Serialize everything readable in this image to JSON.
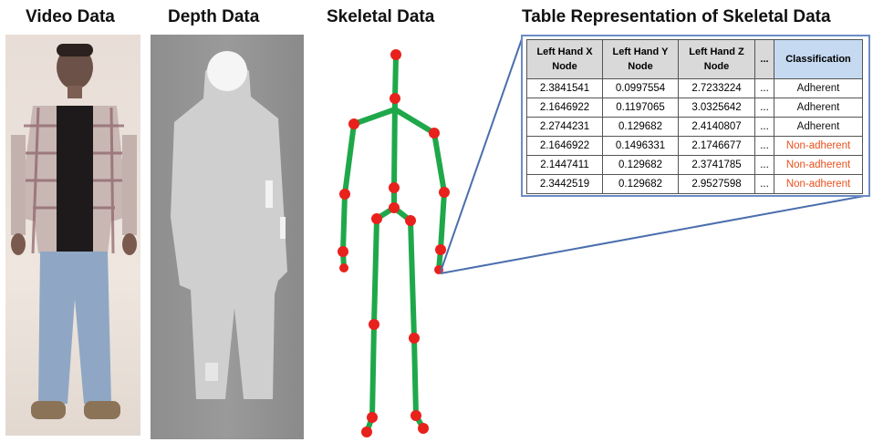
{
  "headings": {
    "video": "Video Data",
    "depth": "Depth  Data",
    "skeletal": "Skeletal  Data",
    "table": "Table Representation of Skeletal Data"
  },
  "table": {
    "headers": [
      "Left Hand X Node",
      "Left Hand Y Node",
      "Left Hand Z Node",
      "...",
      "Classification"
    ],
    "rows": [
      {
        "x": "2.3841541",
        "y": "0.0997554",
        "z": "2.7233224",
        "more": "...",
        "cls": "Adherent",
        "adherent": true
      },
      {
        "x": "2.1646922",
        "y": "0.1197065",
        "z": "3.0325642",
        "more": "...",
        "cls": "Adherent",
        "adherent": true
      },
      {
        "x": "2.2744231",
        "y": "0.129682",
        "z": "2.4140807",
        "more": "...",
        "cls": "Adherent",
        "adherent": true
      },
      {
        "x": "2.1646922",
        "y": "0.1496331",
        "z": "2.1746677",
        "more": "...",
        "cls": "Non-adherent",
        "adherent": false
      },
      {
        "x": "2.1447411",
        "y": "0.129682",
        "z": "2.3741785",
        "more": "...",
        "cls": "Non-adherent",
        "adherent": false
      },
      {
        "x": "2.3442519",
        "y": "0.129682",
        "z": "2.9527598",
        "more": "...",
        "cls": "Non-adherent",
        "adherent": false
      }
    ]
  },
  "colors": {
    "bone": "#1fa84a",
    "joint": "#e8211d",
    "non_adherent": "#e8511d",
    "frame": "#6b8cc4",
    "classification_header": "#c5d9f1"
  }
}
